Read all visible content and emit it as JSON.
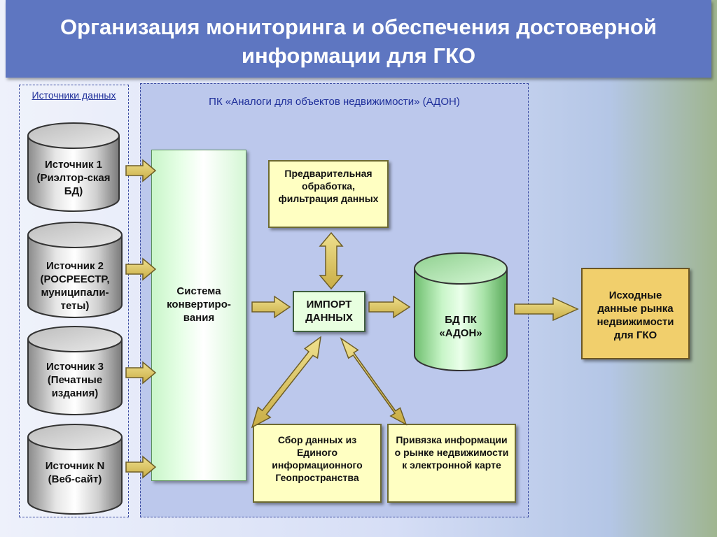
{
  "header": {
    "title": "Организация мониторинга и обеспечения достоверной информации для ГКО"
  },
  "sources_panel": {
    "title": "Источники данных"
  },
  "adon_panel": {
    "title": "ПК «Аналоги для объектов недвижимости» (АДОН)"
  },
  "sources": [
    {
      "label": "Источник 1 (Риэлтор-ская БД)"
    },
    {
      "label": "Источник 2 (РОСРЕЕСТР, муниципали-теты)"
    },
    {
      "label": "Источник 3 (Печатные издания)"
    },
    {
      "label": "Источник N (Веб-сайт)"
    }
  ],
  "converter": {
    "label": "Система конвертиро-вания"
  },
  "preprocessing": {
    "label": "Предварительная обработка, фильтрация данных"
  },
  "import": {
    "label": "ИМПОРТ ДАННЫХ"
  },
  "database": {
    "label": "БД ПК «АДОН»"
  },
  "output": {
    "label": "Исходные данные рынка недвижимости для ГКО"
  },
  "geo_collection": {
    "label": "Сбор данных из Единого информационного Геопространства"
  },
  "map_binding": {
    "label": "Привязка информации о рынке недвижимости к электронной карте"
  },
  "colors": {
    "header": "#5e76c1",
    "panel": "#bcc8ec",
    "arrow": "#d8c35f",
    "yellow_box": "#ffffc2",
    "output_box": "#f1cf6c"
  }
}
